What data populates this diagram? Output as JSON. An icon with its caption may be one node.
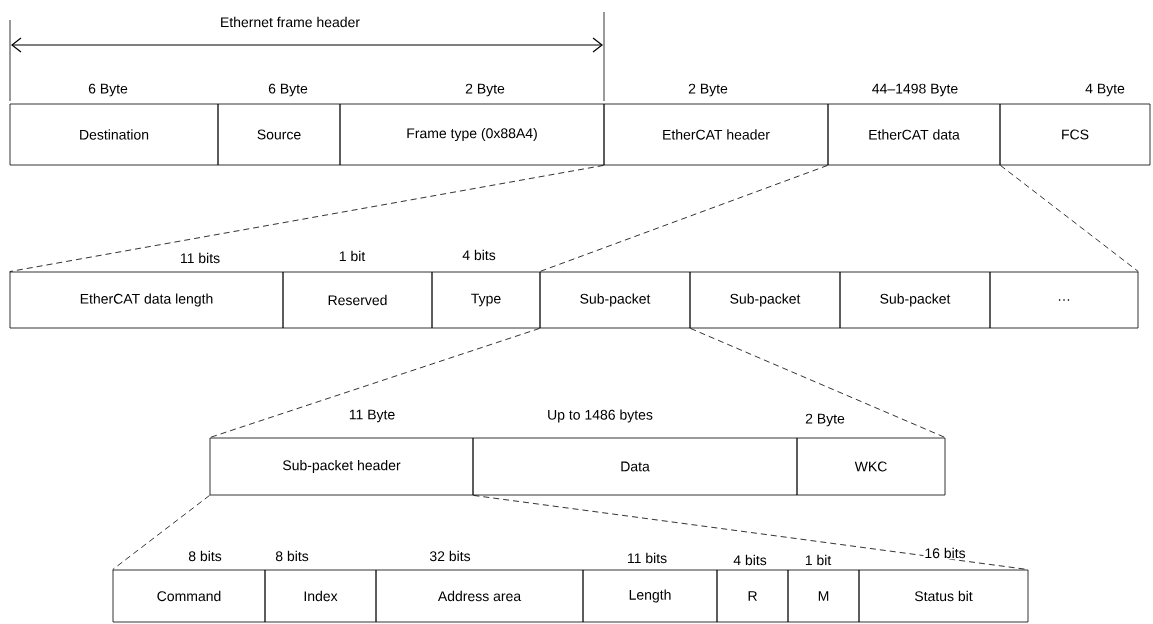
{
  "diagram": {
    "nodes": [
      {
        "text": [
          "Destination"
        ],
        "beside": [
          "6 Byte"
        ]
      },
      {
        "text": [
          "Source"
        ],
        "beside": [
          "6 Byte"
        ]
      },
      {
        "text": [
          "Frame type (0x88A4)"
        ],
        "beside": [
          "2 Byte"
        ]
      },
      {
        "text": [
          "EtherCAT header"
        ],
        "beside": [
          "2 Byte"
        ]
      },
      {
        "text": [
          "EtherCAT data"
        ],
        "beside": [
          "44–1498 Byte"
        ]
      },
      {
        "text": [
          "FCS"
        ],
        "beside": [
          "4 Byte"
        ]
      },
      {
        "text": [
          "EtherCAT data length"
        ],
        "beside": [
          "11 bits"
        ]
      },
      {
        "text": [
          "Reserved"
        ],
        "beside": [
          "1 bit"
        ]
      },
      {
        "text": [
          "Type"
        ],
        "beside": [
          "4 bits"
        ]
      },
      {
        "text": [
          "Sub-packet"
        ]
      },
      {
        "text": [
          "Sub-packet"
        ]
      },
      {
        "text": [
          "Sub-packet"
        ]
      },
      {
        "text": [
          "…"
        ]
      },
      {
        "text": [
          "Sub-packet header"
        ],
        "beside": [
          "11 Byte"
        ]
      },
      {
        "text": [
          "Data"
        ],
        "beside": [
          "Up to 1486 bytes"
        ]
      },
      {
        "text": [
          "WKC"
        ],
        "beside": [
          "2 Byte"
        ]
      },
      {
        "text": [
          "Command"
        ],
        "beside": [
          "8 bits"
        ]
      },
      {
        "text": [
          "Index"
        ],
        "beside": [
          "8 bits"
        ]
      },
      {
        "text": [
          "Address area"
        ],
        "beside": [
          "32 bits"
        ]
      },
      {
        "text": [
          "Length"
        ],
        "beside": [
          "11 bits"
        ]
      },
      {
        "text": [
          "R"
        ],
        "beside": [
          "4 bits"
        ]
      },
      {
        "text": [
          "M"
        ],
        "beside": [
          "1 bit"
        ]
      },
      {
        "text": [
          "Status bit"
        ],
        "beside": [
          "16 bits"
        ]
      }
    ],
    "edges": [
      {
        "from": 3,
        "to": 6,
        "arrow": "none",
        "style": "dashed"
      },
      {
        "from": 4,
        "to": 9,
        "arrow": "none",
        "style": "dashed"
      },
      {
        "from": 4,
        "to": 12,
        "arrow": "none",
        "style": "dashed"
      },
      {
        "from": 9,
        "to": 13,
        "arrow": "none",
        "style": "dashed"
      },
      {
        "from": 9,
        "to": 15,
        "arrow": "none",
        "style": "dashed"
      },
      {
        "from": 13,
        "to": 16,
        "arrow": "none",
        "style": "dashed"
      },
      {
        "from": 13,
        "to": 22,
        "arrow": "none",
        "style": "dashed"
      }
    ],
    "labels": [
      "Ethernet frame header"
    ]
  }
}
